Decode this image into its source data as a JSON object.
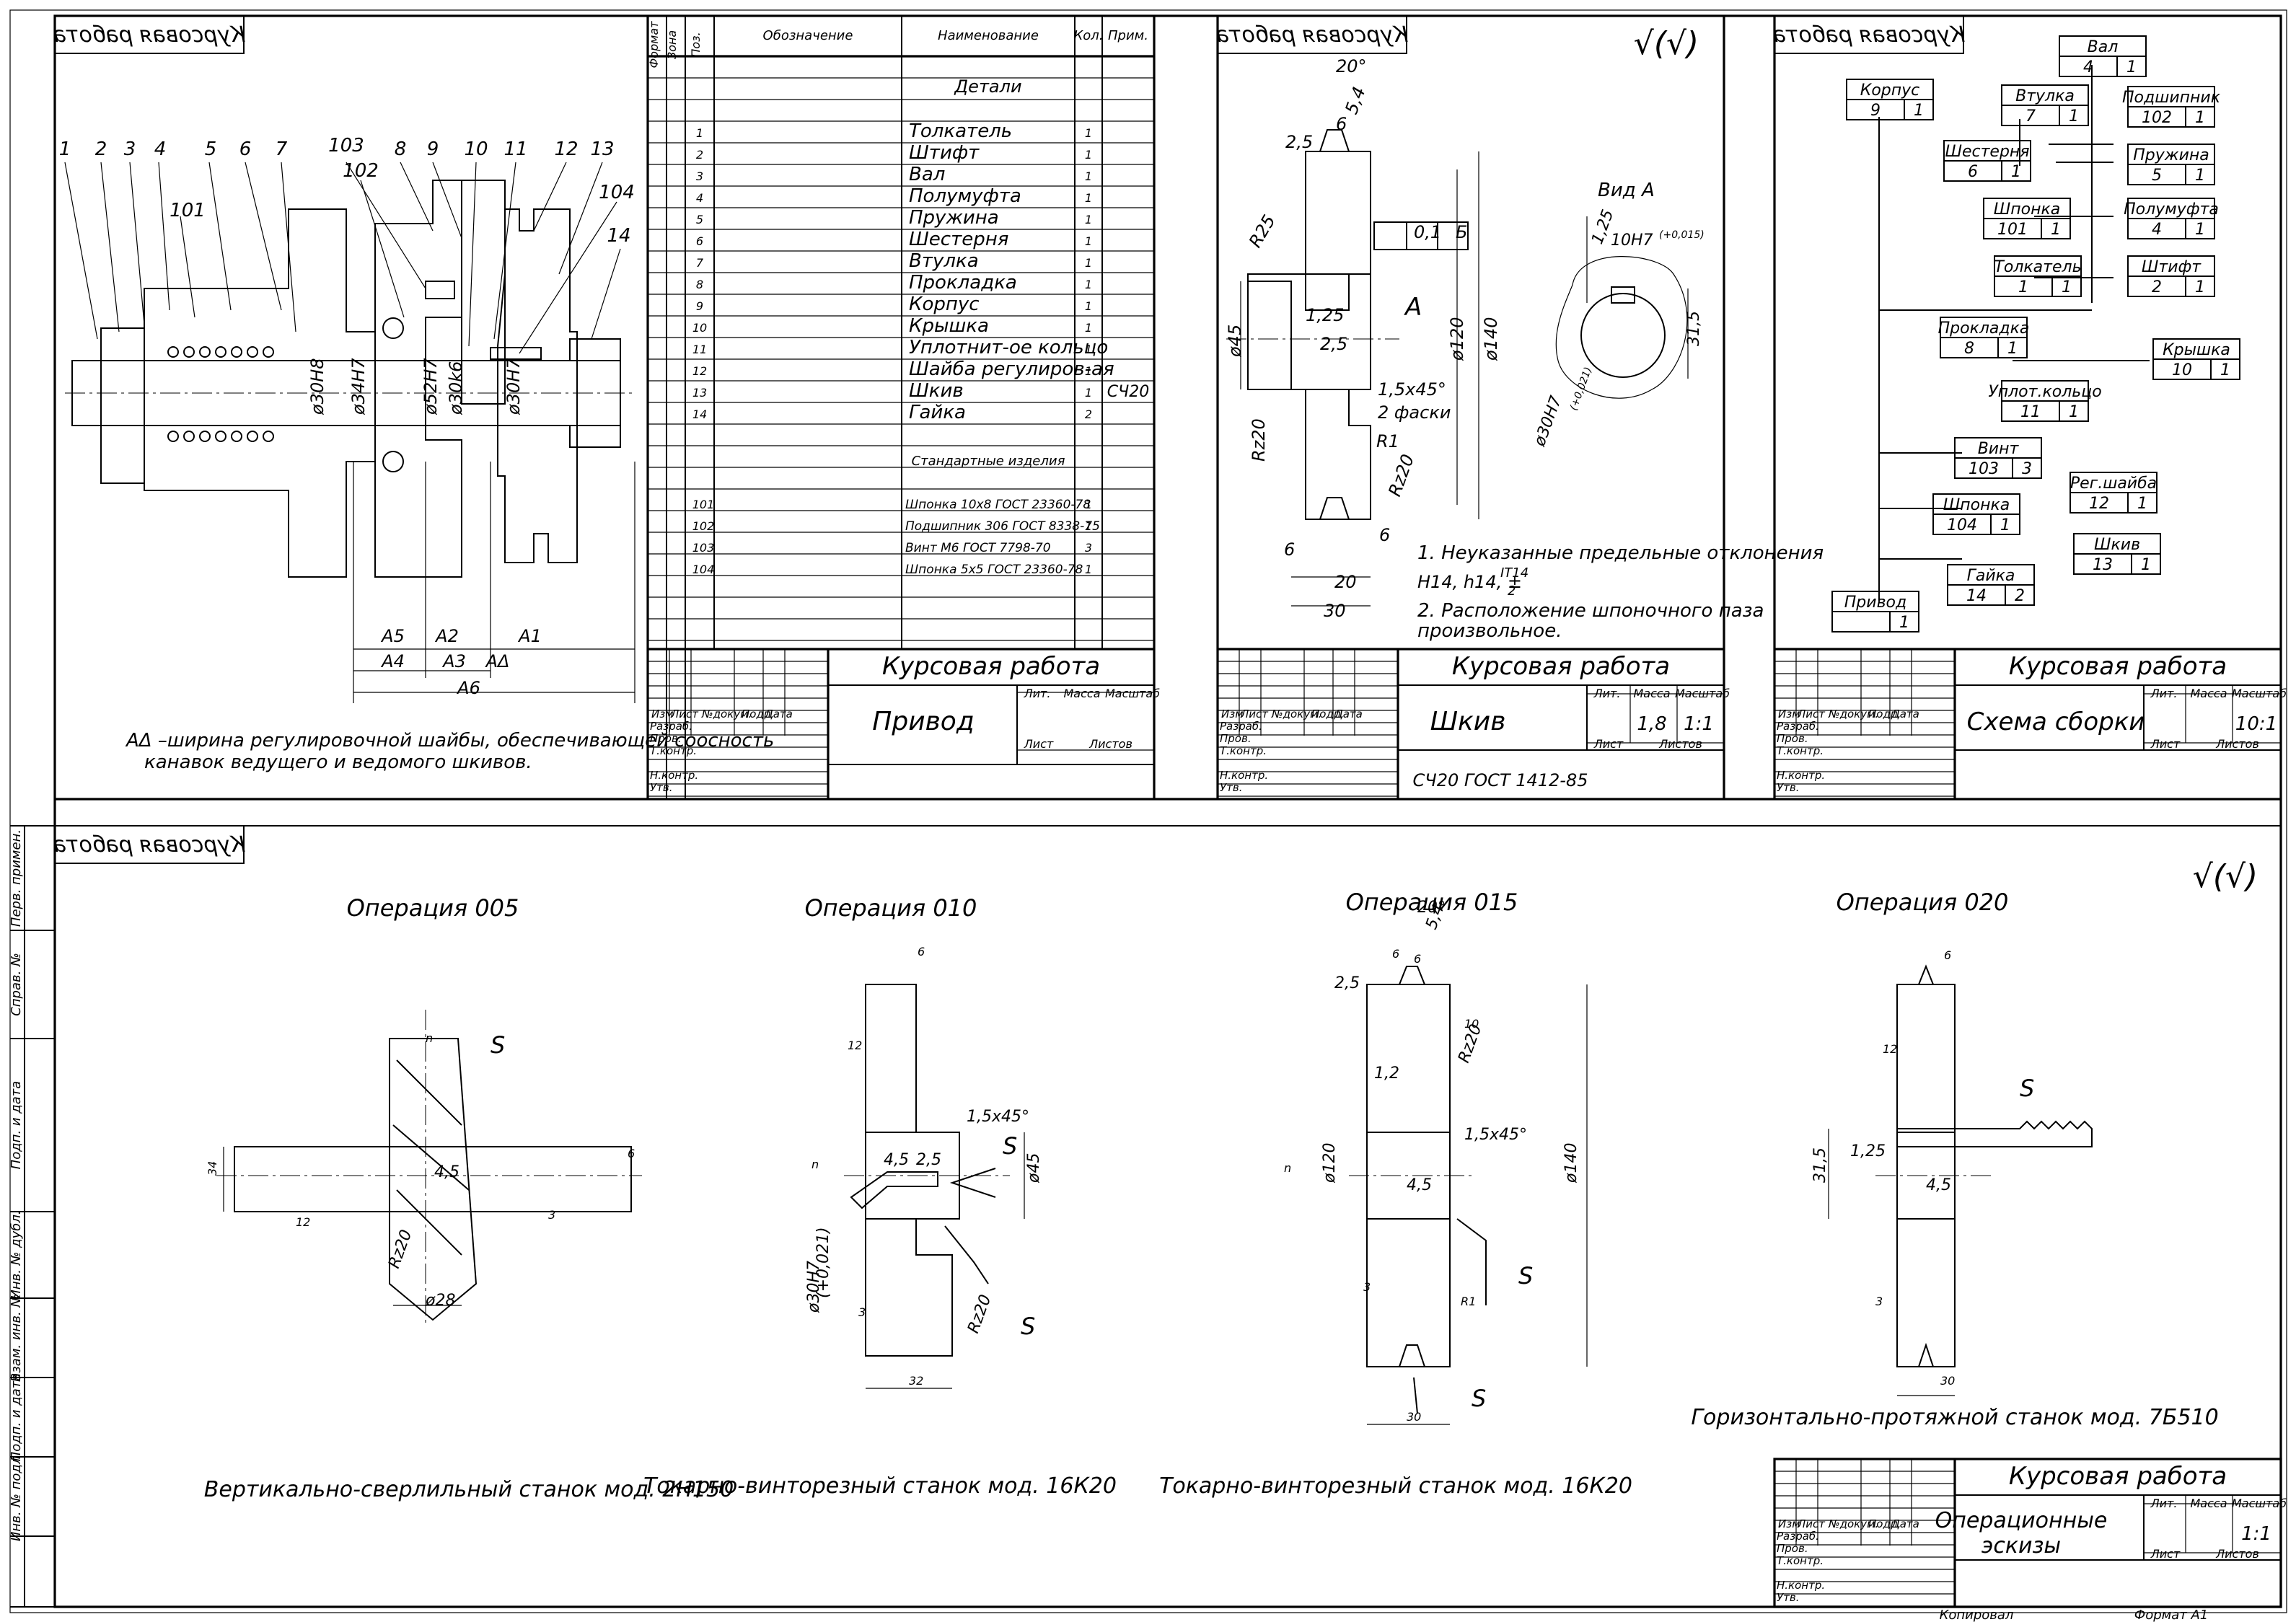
{
  "stamp_label": "Курсовая работа",
  "roughness_symbol": "√(√)",
  "assembly": {
    "callouts": [
      "1",
      "2",
      "3",
      "4",
      "5",
      "6",
      "7",
      "103",
      "8",
      "9",
      "10",
      "11",
      "12",
      "13",
      "104",
      "14",
      "102",
      "101"
    ],
    "diameters": [
      "ø30H8",
      "ø34H7",
      "ø52H7",
      "ø30k6",
      "ø30H7"
    ],
    "dims": [
      "A5",
      "A2",
      "A1",
      "A4",
      "A3",
      "AΔ",
      "A6"
    ],
    "note": [
      "AΔ –ширина регулировочной шайбы, обеспечивающей соосность",
      "канавок ведущего и ведомого шкивов."
    ],
    "title_main": "Курсовая работа",
    "title_name": "Привод"
  },
  "spec": {
    "headers": [
      "Формат",
      "Зона",
      "Поз.",
      "Обозначение",
      "Наименование",
      "Кол.",
      "Прим."
    ],
    "section_details": "Детали",
    "section_standard": "Стандартные изделия",
    "rows": [
      {
        "pos": "1",
        "name": "Толкатель",
        "qty": "1",
        "note": ""
      },
      {
        "pos": "2",
        "name": "Штифт",
        "qty": "1",
        "note": ""
      },
      {
        "pos": "3",
        "name": "Вал",
        "qty": "1",
        "note": ""
      },
      {
        "pos": "4",
        "name": "Полумуфта",
        "qty": "1",
        "note": ""
      },
      {
        "pos": "5",
        "name": "Пружина",
        "qty": "1",
        "note": ""
      },
      {
        "pos": "6",
        "name": "Шестерня",
        "qty": "1",
        "note": ""
      },
      {
        "pos": "7",
        "name": "Втулка",
        "qty": "1",
        "note": ""
      },
      {
        "pos": "8",
        "name": "Прокладка",
        "qty": "1",
        "note": ""
      },
      {
        "pos": "9",
        "name": "Корпус",
        "qty": "1",
        "note": ""
      },
      {
        "pos": "10",
        "name": "Крышка",
        "qty": "1",
        "note": ""
      },
      {
        "pos": "11",
        "name": "Уплотнит-ое кольцо",
        "qty": "1",
        "note": ""
      },
      {
        "pos": "12",
        "name": "Шайба регулиров-ая",
        "qty": "1",
        "note": ""
      },
      {
        "pos": "13",
        "name": "Шкив",
        "qty": "1",
        "note": "СЧ20"
      },
      {
        "pos": "14",
        "name": "Гайка",
        "qty": "2",
        "note": ""
      }
    ],
    "std_rows": [
      {
        "pos": "101",
        "name": "Шпонка 10х8 ГОСТ 23360-78",
        "qty": "1"
      },
      {
        "pos": "102",
        "name": "Подшипник 306 ГОСТ 8338-75",
        "qty": "1"
      },
      {
        "pos": "103",
        "name": "Винт М6 ГОСТ 7798-70",
        "qty": "3"
      },
      {
        "pos": "104",
        "name": "Шпонка 5х5 ГОСТ 23360-78",
        "qty": "1"
      }
    ]
  },
  "pulley": {
    "dims": [
      "20°",
      "5,4",
      "6",
      "2,5",
      "R25",
      "0,1",
      "Б",
      "1,25",
      "2,5",
      "ø45",
      "A",
      "ø120",
      "ø140",
      "1,5х45°",
      "2 фаски",
      "R1",
      "Rz20",
      "Rz20",
      "6",
      "6",
      "20",
      "30"
    ],
    "view_label": "Вид А",
    "view_dims": [
      "1,25",
      "10H7",
      "(+0,015)",
      "31,5",
      "ø30H7",
      "(+0,021)"
    ],
    "notes": [
      "1. Неуказанные предельные отклонения",
      "H14, h14, ±",
      "IT14",
      "2",
      "2. Расположение шпоночного паза",
      "произвольное."
    ],
    "title_name": "Шкив",
    "material": "СЧ20 ГОСТ 1412-85",
    "mass": "1,8",
    "scale": "1:1"
  },
  "scheme": {
    "nodes": [
      {
        "name": "Вал",
        "num": "4",
        "qty": "1"
      },
      {
        "name": "Корпус",
        "num": "9",
        "qty": "1"
      },
      {
        "name": "Втулка",
        "num": "7",
        "qty": "1"
      },
      {
        "name": "Подшипник",
        "num": "102",
        "qty": "1"
      },
      {
        "name": "Шестерня",
        "num": "6",
        "qty": "1"
      },
      {
        "name": "Пружина",
        "num": "5",
        "qty": "1"
      },
      {
        "name": "Шпонка",
        "num": "101",
        "qty": "1"
      },
      {
        "name": "Полумуфта",
        "num": "4",
        "qty": "1"
      },
      {
        "name": "Толкатель",
        "num": "1",
        "qty": "1"
      },
      {
        "name": "Штифт",
        "num": "2",
        "qty": "1"
      },
      {
        "name": "Прокладка",
        "num": "8",
        "qty": "1"
      },
      {
        "name": "Крышка",
        "num": "10",
        "qty": "1"
      },
      {
        "name": "Уплот.кольцо",
        "num": "11",
        "qty": "1"
      },
      {
        "name": "Винт",
        "num": "103",
        "qty": "3"
      },
      {
        "name": "Рег.шайба",
        "num": "12",
        "qty": "1"
      },
      {
        "name": "Шпонка",
        "num": "104",
        "qty": "1"
      },
      {
        "name": "Шкив",
        "num": "13",
        "qty": "1"
      },
      {
        "name": "Гайка",
        "num": "14",
        "qty": "2"
      },
      {
        "name": "Привод",
        "num": "",
        "qty": "1"
      }
    ],
    "title_name": "Схема сборки",
    "scale": "10:1"
  },
  "title_block": {
    "col_heads": [
      "Изм",
      "Лист",
      "№докум.",
      "Подп.",
      "Дата"
    ],
    "row_heads": [
      "Разраб.",
      "Пров.",
      "Т.контр.",
      "",
      "Н.контр.",
      "Утв."
    ],
    "lit": "Лит.",
    "mass": "Масса",
    "scale": "Масштаб",
    "sheet": "Лист",
    "sheets": "Листов"
  },
  "side_stamp": [
    "Перв. примен.",
    "Справ. №",
    "Подп. и дата",
    "Инв. № дубл.",
    "Взам. инв. №",
    "Подп. и дата",
    "Инв. № подл."
  ],
  "ops": [
    {
      "title": "Операция 005",
      "machine": "Вертикально-сверлильный станок мод. 2Н150",
      "dims": [
        "n",
        "S",
        "34",
        "4,5",
        "Rz20",
        "ø28",
        "6",
        "12",
        "3"
      ]
    },
    {
      "title": "Операция 010",
      "machine": "Токарно-винторезный станок мод. 16К20",
      "dims": [
        "6",
        "12",
        "1,5х45°",
        "S",
        "n",
        "4,5",
        "2,5",
        "ø45",
        "ø30H7",
        "(+0,021)",
        "3",
        "Rz20",
        "S",
        "32"
      ]
    },
    {
      "title": "Операция 015",
      "machine": "Токарно-винторезный станок мод. 16К20",
      "dims": [
        "20°",
        "5,4",
        "6",
        "6",
        "2,5",
        "10",
        "Rz20",
        "1,2",
        "n",
        "ø120",
        "1,5х45°",
        "4,5",
        "ø140",
        "R1",
        "S",
        "3",
        "S",
        "30"
      ]
    },
    {
      "title": "Операция 020",
      "machine": "Горизонтально-протяжной станок мод. 7Б510",
      "dims": [
        "6",
        "12",
        "S",
        "1,25",
        "31,5",
        "4,5",
        "3",
        "30"
      ]
    }
  ],
  "op_title": {
    "main": "Курсовая работа",
    "name": [
      "Операционные",
      "эскизы"
    ],
    "scale": "1:1"
  },
  "footer": {
    "copied": "Копировал",
    "format": "Формат  А1"
  }
}
